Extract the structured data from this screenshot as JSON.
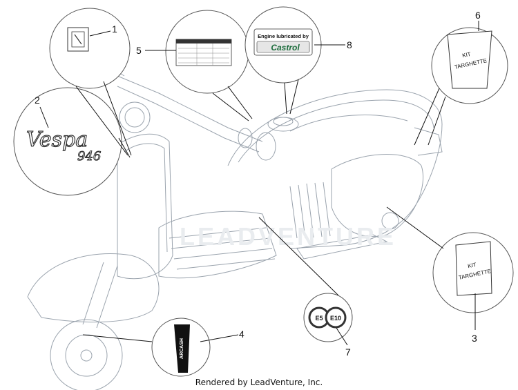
{
  "callouts": [
    "1",
    "2",
    "3",
    "4",
    "5",
    "6",
    "7",
    "8"
  ],
  "decal_2": {
    "script": "Vespa",
    "model": "946"
  },
  "decal_4": {
    "text": "ARCASH"
  },
  "decal_8": {
    "line1": "Engine lubricated by",
    "brand": "Castrol"
  },
  "decal_7": {
    "left": "E5",
    "right": "E10"
  },
  "kit_6": {
    "line1": "KIT",
    "line2": "TARGHETTE"
  },
  "kit_3": {
    "line1": "KIT",
    "line2": "TARGHETTE"
  },
  "watermark": "LEADVENTURE",
  "footer": "Rendered by LeadVenture, Inc.",
  "colors": {
    "outline": "#9aa3ad",
    "ink": "#111111",
    "castrol_green": "#1a6b3a"
  }
}
